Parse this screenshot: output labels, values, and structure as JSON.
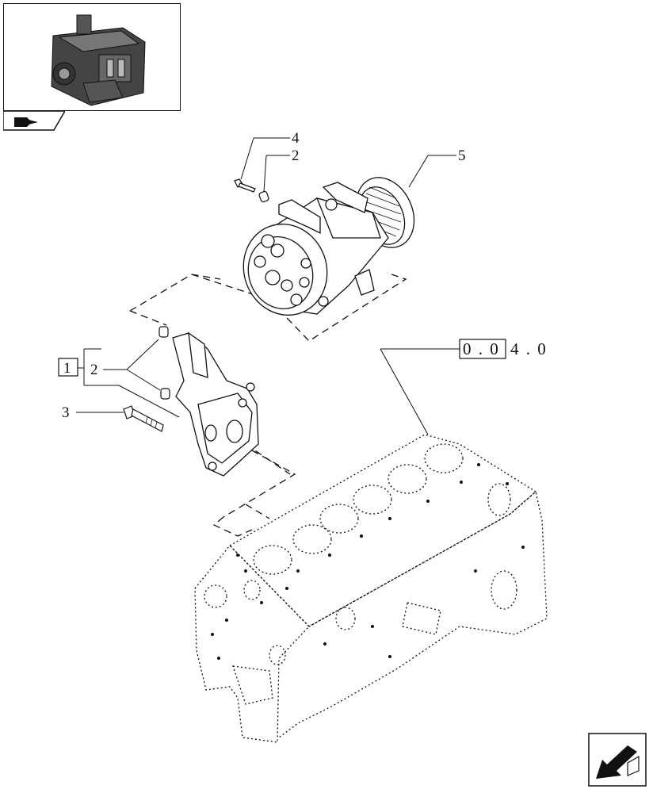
{
  "callouts": {
    "c1": "1",
    "c2a": "2",
    "c2b": "2",
    "c3": "3",
    "c4": "4",
    "c5": "5"
  },
  "reference": {
    "boxed": "0 . 0",
    "rest": "4 . 0"
  },
  "icons": {
    "thumbnail": "engine-thumbnail-icon",
    "tab": "book-arrow-icon",
    "nav": "previous-page-arrow-icon"
  }
}
